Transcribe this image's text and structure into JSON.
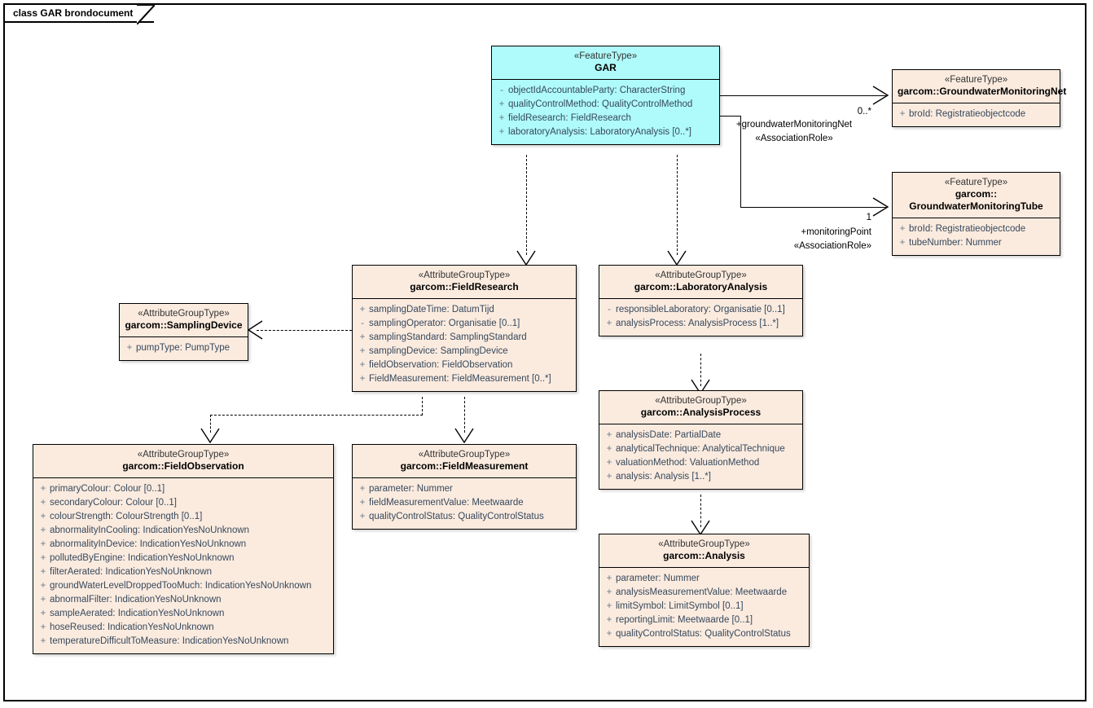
{
  "diagram": {
    "frame_title": "class GAR brondocument",
    "colors": {
      "feature_type_fill": "#AFFAFA",
      "attribute_group_fill": "#FBEBDF",
      "border": "#000000",
      "attribute_text": "#36485C"
    }
  },
  "classes": {
    "gar": {
      "stereotype": "«FeatureType»",
      "name": "GAR",
      "attributes": [
        {
          "visibility": "-",
          "text": "objectIdAccountableParty: CharacterString"
        },
        {
          "visibility": "+",
          "text": "qualityControlMethod: QualityControlMethod"
        },
        {
          "visibility": "+",
          "text": "fieldResearch: FieldResearch"
        },
        {
          "visibility": "+",
          "text": "laboratoryAnalysis: LaboratoryAnalysis [0..*]"
        }
      ]
    },
    "groundwater_monitoring_net": {
      "stereotype": "«FeatureType»",
      "name": "garcom::GroundwaterMonitoringNet",
      "attributes": [
        {
          "visibility": "+",
          "text": "broId: Registratieobjectcode"
        }
      ]
    },
    "groundwater_monitoring_tube": {
      "stereotype": "«FeatureType»",
      "name_line1": "garcom::",
      "name_line2": "GroundwaterMonitoringTube",
      "attributes": [
        {
          "visibility": "+",
          "text": "broId: Registratieobjectcode"
        },
        {
          "visibility": "+",
          "text": "tubeNumber: Nummer"
        }
      ]
    },
    "sampling_device": {
      "stereotype": "«AttributeGroupType»",
      "name": "garcom::SamplingDevice",
      "attributes": [
        {
          "visibility": "+",
          "text": "pumpType: PumpType"
        }
      ]
    },
    "field_research": {
      "stereotype": "«AttributeGroupType»",
      "name": "garcom::FieldResearch",
      "attributes": [
        {
          "visibility": "+",
          "text": "samplingDateTime: DatumTijd"
        },
        {
          "visibility": "-",
          "text": "samplingOperator: Organisatie [0..1]"
        },
        {
          "visibility": "+",
          "text": "samplingStandard: SamplingStandard"
        },
        {
          "visibility": "+",
          "text": "samplingDevice: SamplingDevice"
        },
        {
          "visibility": "+",
          "text": "fieldObservation: FieldObservation"
        },
        {
          "visibility": "+",
          "text": "FieldMeasurement: FieldMeasurement [0..*]"
        }
      ]
    },
    "laboratory_analysis": {
      "stereotype": "«AttributeGroupType»",
      "name": "garcom::LaboratoryAnalysis",
      "attributes": [
        {
          "visibility": "-",
          "text": "responsibleLaboratory: Organisatie [0..1]"
        },
        {
          "visibility": "+",
          "text": "analysisProcess: AnalysisProcess [1..*]"
        }
      ]
    },
    "analysis_process": {
      "stereotype": "«AttributeGroupType»",
      "name": "garcom::AnalysisProcess",
      "attributes": [
        {
          "visibility": "+",
          "text": "analysisDate: PartialDate"
        },
        {
          "visibility": "+",
          "text": "analyticalTechnique: AnalyticalTechnique"
        },
        {
          "visibility": "+",
          "text": "valuationMethod: ValuationMethod"
        },
        {
          "visibility": "+",
          "text": "analysis: Analysis [1..*]"
        }
      ]
    },
    "analysis": {
      "stereotype": "«AttributeGroupType»",
      "name": "garcom::Analysis",
      "attributes": [
        {
          "visibility": "+",
          "text": "parameter: Nummer"
        },
        {
          "visibility": "+",
          "text": "analysisMeasurementValue: Meetwaarde"
        },
        {
          "visibility": "+",
          "text": "limitSymbol: LimitSymbol [0..1]"
        },
        {
          "visibility": "+",
          "text": "reportingLimit: Meetwaarde [0..1]"
        },
        {
          "visibility": "+",
          "text": "qualityControlStatus: QualityControlStatus"
        }
      ]
    },
    "field_observation": {
      "stereotype": "«AttributeGroupType»",
      "name": "garcom::FieldObservation",
      "attributes": [
        {
          "visibility": "+",
          "text": "primaryColour: Colour [0..1]"
        },
        {
          "visibility": "+",
          "text": "secondaryColour: Colour [0..1]"
        },
        {
          "visibility": "+",
          "text": "colourStrength: ColourStrength [0..1]"
        },
        {
          "visibility": "+",
          "text": "abnormalityInCooling: IndicationYesNoUnknown"
        },
        {
          "visibility": "+",
          "text": "abnormalityInDevice: IndicationYesNoUnknown"
        },
        {
          "visibility": "+",
          "text": "pollutedByEngine: IndicationYesNoUnknown"
        },
        {
          "visibility": "+",
          "text": "filterAerated: IndicationYesNoUnknown"
        },
        {
          "visibility": "+",
          "text": "groundWaterLevelDroppedTooMuch: IndicationYesNoUnknown"
        },
        {
          "visibility": "+",
          "text": "abnormalFilter: IndicationYesNoUnknown"
        },
        {
          "visibility": "+",
          "text": "sampleAerated: IndicationYesNoUnknown"
        },
        {
          "visibility": "+",
          "text": "hoseReused: IndicationYesNoUnknown"
        },
        {
          "visibility": "+",
          "text": "temperatureDifficultToMeasure: IndicationYesNoUnknown"
        }
      ]
    },
    "field_measurement": {
      "stereotype": "«AttributeGroupType»",
      "name": "garcom::FieldMeasurement",
      "attributes": [
        {
          "visibility": "+",
          "text": "parameter: Nummer"
        },
        {
          "visibility": "+",
          "text": "fieldMeasurementValue: Meetwaarde"
        },
        {
          "visibility": "+",
          "text": "qualityControlStatus: QualityControlStatus"
        }
      ]
    }
  },
  "associations": {
    "monitoring_net": {
      "role": "+groundwaterMonitoringNet",
      "stereotype": "«AssociationRole»",
      "multiplicity": "0..*"
    },
    "monitoring_point": {
      "role": "+monitoringPoint",
      "stereotype": "«AssociationRole»",
      "multiplicity": "1"
    }
  }
}
